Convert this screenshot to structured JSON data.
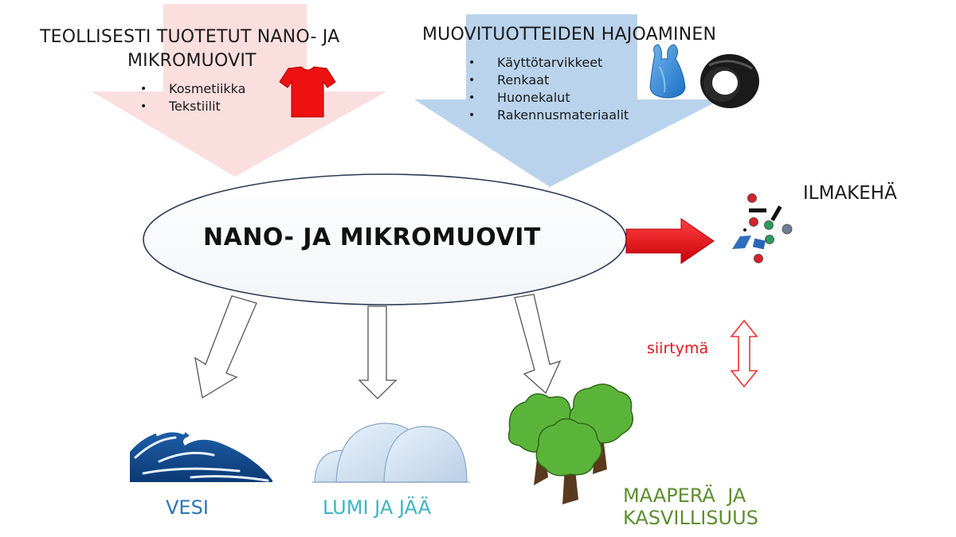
{
  "sources": {
    "industrial": {
      "title_line1": "TEOLLISESTI TUOTETUT NANO- JA",
      "title_line2": "MIKROMUOVIT",
      "items": [
        "Kosmetiikka",
        "Tekstiilit"
      ]
    },
    "degradation": {
      "title": "MUOVITUOTTEIDEN HAJOAMINEN",
      "items": [
        "Käyttötarvikkeet",
        "Renkaat",
        "Huonekalut",
        "Rakennusmateriaalit"
      ]
    }
  },
  "center": {
    "label": "NANO- JA MIKROMUOVIT"
  },
  "atmosphere": {
    "label": "ILMAKEHÄ"
  },
  "transfer": {
    "label": "siirtymä"
  },
  "destinations": {
    "water": "VESI",
    "snow_ice": "LUMI JA JÄÄ",
    "soil_line1": "MAAPERÄ  JA",
    "soil_line2": "KASVILLISUUS"
  },
  "colors": {
    "industrial_arrow": "#fbdede",
    "degradation_arrow": "#b9d3ec",
    "main_arrow": "#e8141e",
    "transfer_arrow": "#ee3333",
    "water_text": "#2e75b6",
    "snow_text": "#3fb5c2",
    "soil_text": "#5e8e2e",
    "transfer_text": "#e8141e"
  },
  "icons": [
    "shirt-icon",
    "plastic-bag-icon",
    "tire-icon",
    "particles-icon",
    "wave-icon",
    "igloo-icon",
    "trees-icon"
  ]
}
